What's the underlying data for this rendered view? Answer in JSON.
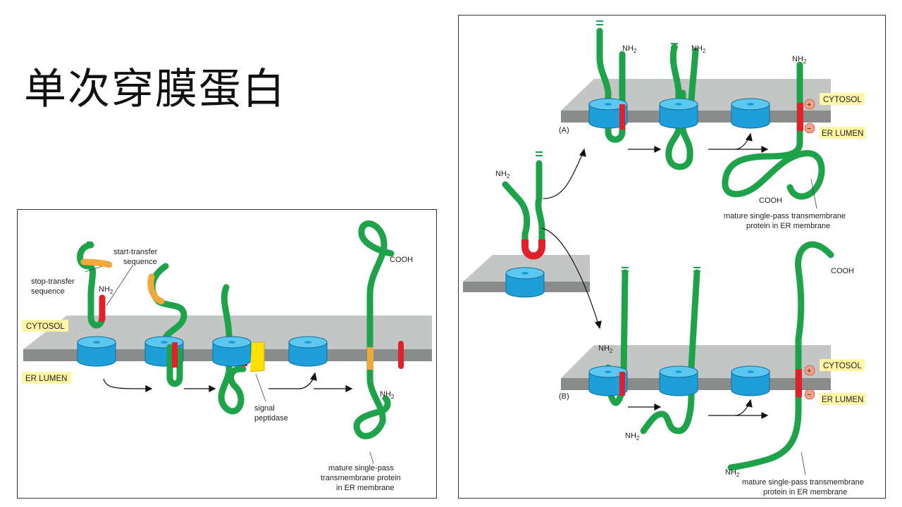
{
  "slide": {
    "title": "单次穿膜蛋白"
  },
  "left_figure": {
    "labels": {
      "stop_transfer_1": "stop-transfer",
      "stop_transfer_2": "sequence",
      "start_transfer_1": "start-transfer",
      "start_transfer_2": "sequence",
      "nh2": "NH",
      "nh2_sub": "2",
      "cooh": "COOH",
      "signal_peptidase_1": "signal",
      "signal_peptidase_2": "peptidase",
      "mature_1": "mature single-pass",
      "mature_2": "transmembrane protein",
      "mature_3": "in ER membrane",
      "cytosol": "CYTOSOL",
      "er_lumen": "ER LUMEN"
    }
  },
  "right_figure": {
    "labels": {
      "panel_a": "(A)",
      "panel_b": "(B)",
      "nh2": "NH",
      "nh2_sub": "2",
      "cooh": "COOH",
      "cytosol": "CYTOSOL",
      "er_lumen": "ER LUMEN",
      "plus": "+",
      "minus": "−",
      "mature_1": "mature single-pass transmembrane",
      "mature_2": "protein in ER membrane"
    }
  },
  "colors": {
    "protein": "#1fa34a",
    "signal": "#e2202a",
    "stop_transfer": "#f0a93a",
    "peptidase": "#ffe000",
    "translocon": "#25aee8",
    "membrane_top": "#c4c6c5",
    "membrane_edge": "#8a8c8c",
    "tag_bg": "#fff6a6"
  }
}
